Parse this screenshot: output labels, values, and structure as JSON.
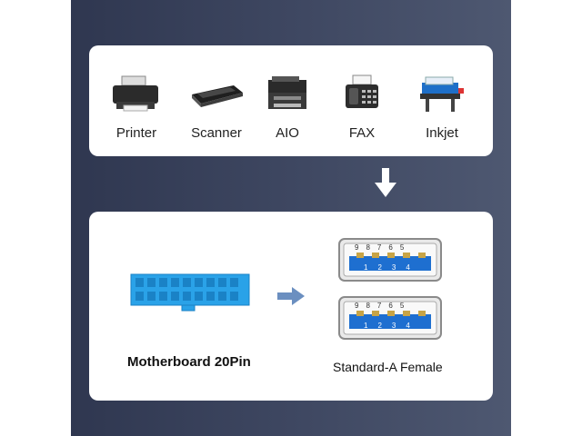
{
  "devices": [
    {
      "label": "Printer",
      "icon": "printer-icon"
    },
    {
      "label": "Scanner",
      "icon": "scanner-icon"
    },
    {
      "label": "AIO",
      "icon": "aio-icon"
    },
    {
      "label": "FAX",
      "icon": "fax-icon"
    },
    {
      "label": "Inkjet",
      "icon": "inkjet-icon"
    }
  ],
  "motherboard": {
    "label": "Motherboard 20Pin",
    "color": "#2aa2e8"
  },
  "port": {
    "label": "Standard-A Female",
    "top_pins": [
      "9",
      "8",
      "7",
      "6",
      "5"
    ],
    "bottom_pins": [
      "1",
      "2",
      "3",
      "4"
    ],
    "color": "#1e6fd0"
  },
  "colors": {
    "arrow": "#6b8fc0",
    "panel": "#3e4761"
  }
}
